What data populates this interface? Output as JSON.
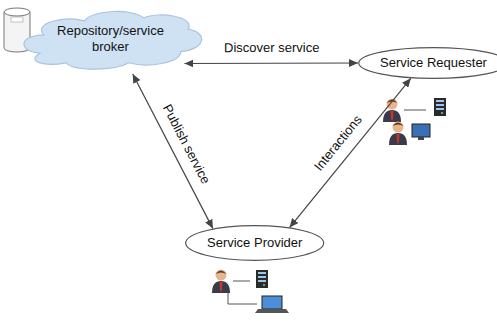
{
  "diagram": {
    "nodes": [
      {
        "text": [
          "Repository/service broker"
        ]
      },
      {
        "text": [
          "Service Requester"
        ]
      },
      {
        "text": [
          "Service Provider"
        ]
      }
    ],
    "edges": [
      {
        "from": 0,
        "to": 1,
        "label": "Discover service",
        "arrow": "both"
      },
      {
        "from": 0,
        "to": 2,
        "label": "Publish service",
        "arrow": "both"
      },
      {
        "from": 2,
        "to": 1,
        "label": "Interactions",
        "arrow": "both"
      }
    ]
  }
}
